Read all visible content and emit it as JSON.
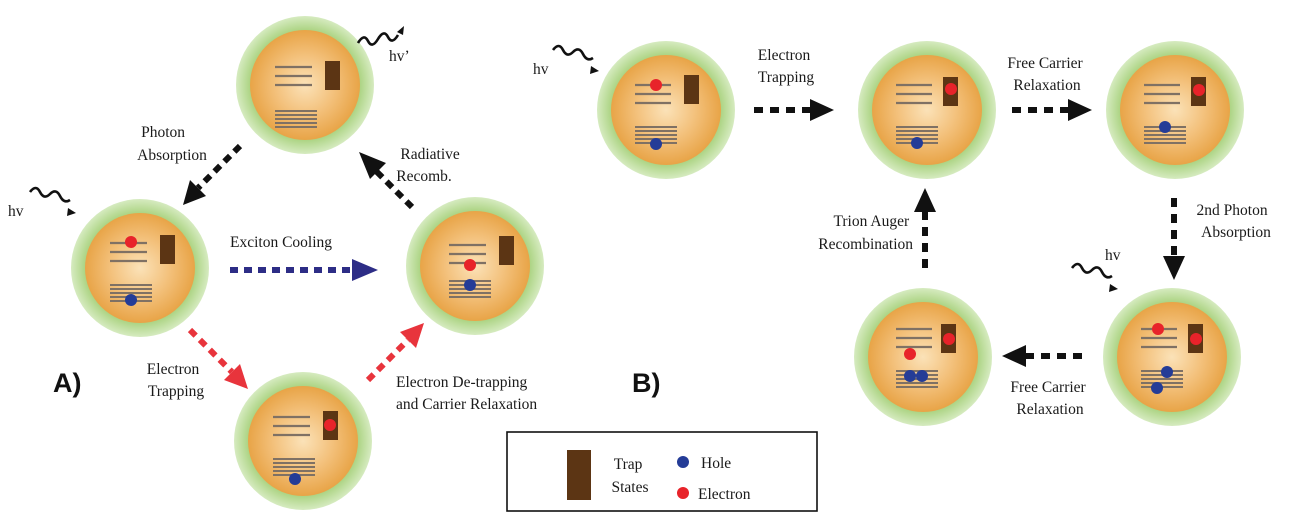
{
  "colors": {
    "shell": "#a9d27f",
    "shell_edge": "#d6ebc0",
    "core_center": "#fbe2b8",
    "core_edge": "#e8a447",
    "level_line": "#7f7164",
    "trap": "#5c3514",
    "electron": "#e8232a",
    "hole": "#243c97",
    "arrow_black": "#111111",
    "arrow_blue": "#2d2d86",
    "arrow_red": "#e8343c"
  },
  "panel_a": {
    "label": "A)",
    "photon_in": "hv",
    "photon_out": "hv’",
    "steps": {
      "absorption": [
        "Photon",
        "Absorption"
      ],
      "radiative": [
        "Radiative",
        "Recomb."
      ],
      "cooling": [
        "Exciton Cooling"
      ],
      "trapping": [
        "Electron",
        "Trapping"
      ],
      "detrapping": [
        "Electron De-trapping",
        "and Carrier Relaxation"
      ]
    }
  },
  "panel_b": {
    "label": "B)",
    "photon_first": "hv",
    "photon_second": "hv",
    "steps": {
      "trapping": [
        "Electron",
        "Trapping"
      ],
      "relax_1": [
        "Free Carrier",
        "Relaxation"
      ],
      "second_absorption": [
        "2nd Photon",
        "Absorption"
      ],
      "relax_2": [
        "Free Carrier",
        "Relaxation"
      ],
      "auger": [
        "Trion Auger",
        "Recombination"
      ]
    }
  },
  "legend": {
    "trap_label": [
      "Trap",
      "States"
    ],
    "hole_label": "Hole",
    "electron_label": "Electron"
  }
}
